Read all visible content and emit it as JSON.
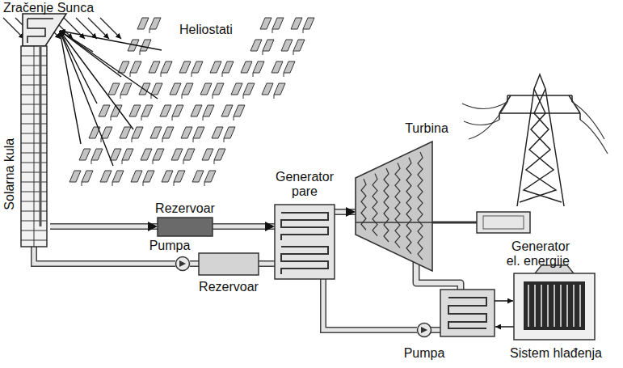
{
  "diagram": {
    "nodes": [
      {
        "text": [
          "Solarna kula"
        ]
      },
      {
        "text": [
          "Rezervoar"
        ]
      },
      {
        "text": [
          "Rezervoar"
        ]
      },
      {
        "text": [
          "Pumpa"
        ]
      },
      {
        "text": [
          "Generator pare"
        ]
      },
      {
        "text": [
          "Turbina"
        ]
      },
      {
        "text": [
          "Generator el. energije"
        ]
      },
      {
        "text": [
          "Sistem hlađenja"
        ]
      },
      {
        "text": [
          "Pumpa"
        ]
      }
    ],
    "edges": [
      {
        "from": 0,
        "to": 1,
        "arrow": "to"
      },
      {
        "from": 1,
        "to": 4,
        "arrow": "to"
      },
      {
        "from": 4,
        "to": 2,
        "arrow": "none"
      },
      {
        "from": 2,
        "to": 3,
        "arrow": "none"
      },
      {
        "from": 3,
        "to": 0,
        "arrow": "none"
      },
      {
        "from": 4,
        "to": 5,
        "arrow": "to"
      },
      {
        "from": 5,
        "to": 6,
        "arrow": "none"
      },
      {
        "from": 8,
        "to": 4,
        "arrow": "none"
      }
    ],
    "labels": [
      "Zračenje Sunca",
      "Heliostati"
    ]
  }
}
